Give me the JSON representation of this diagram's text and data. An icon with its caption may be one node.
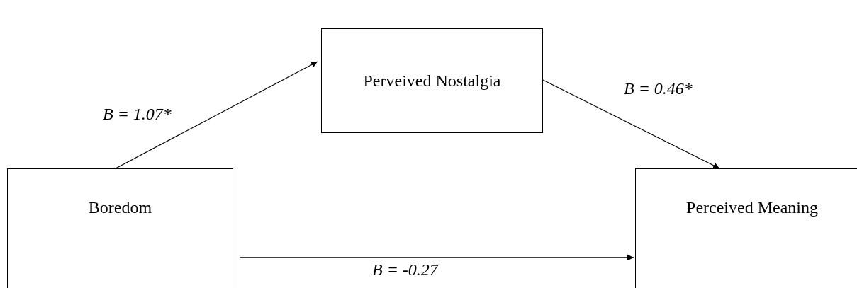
{
  "diagram": {
    "nodes": [
      {
        "text": [
          "Perveived Nostalgia"
        ]
      },
      {
        "text": [
          "Boredom"
        ]
      },
      {
        "text": [
          "Perceived Meaning"
        ]
      }
    ],
    "edges": [
      {
        "from": 1,
        "to": 0,
        "arrow": "to",
        "label": "B = 1.07*"
      },
      {
        "from": 0,
        "to": 2,
        "arrow": "to",
        "label": "B = 0.46*"
      },
      {
        "from": 1,
        "to": 2,
        "arrow": "to",
        "label": "B = -0.27"
      }
    ]
  }
}
